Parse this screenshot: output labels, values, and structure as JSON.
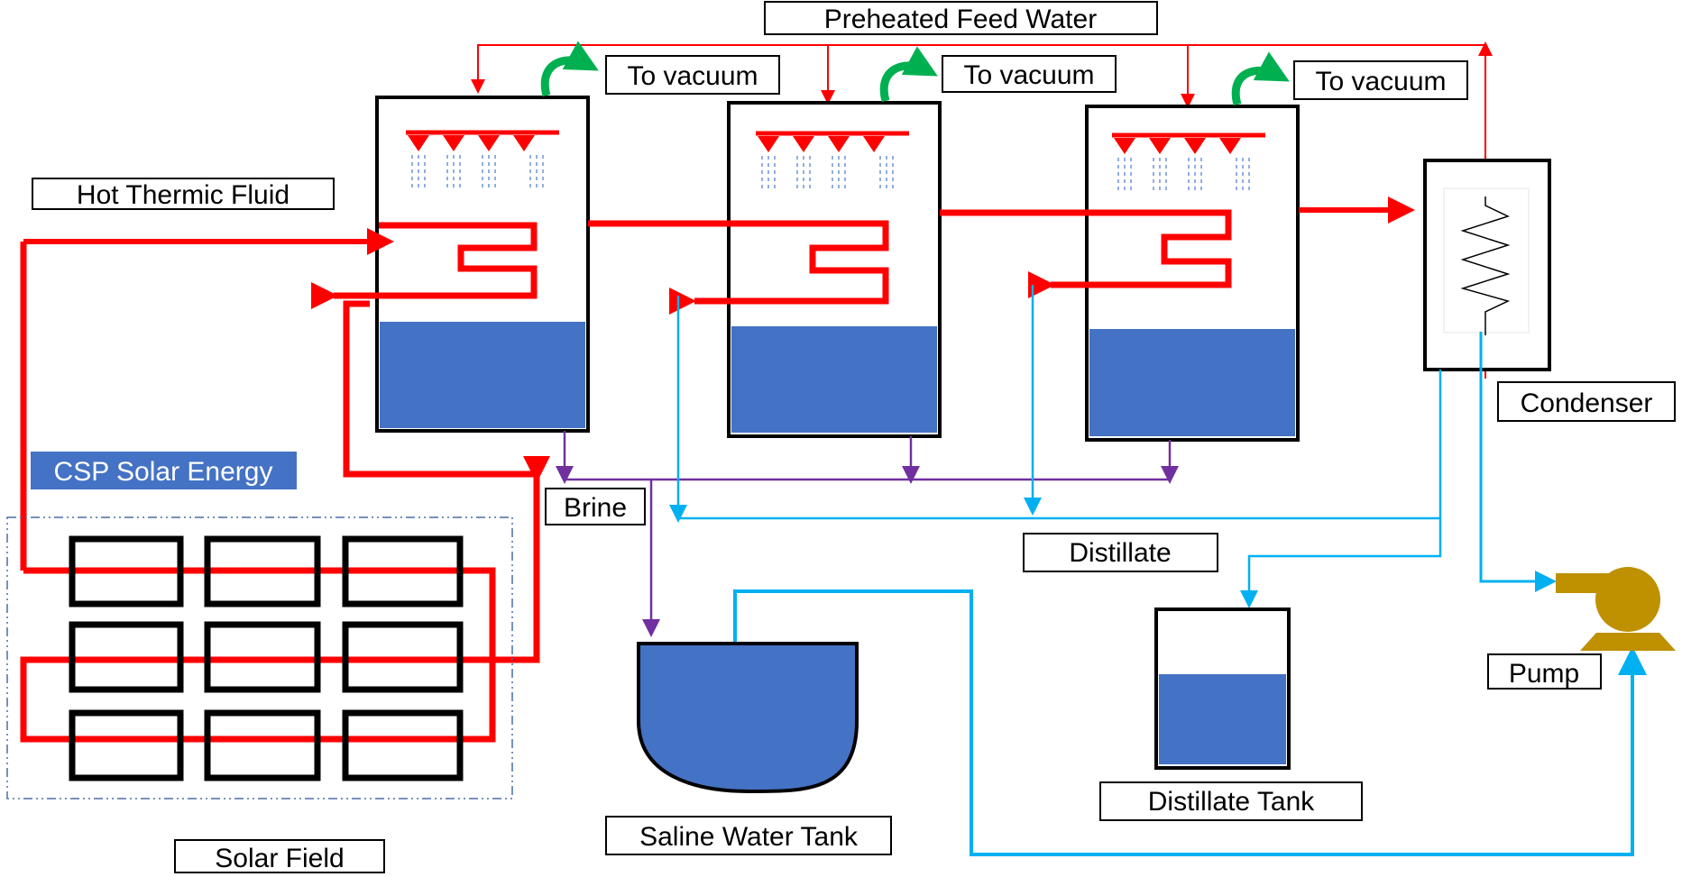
{
  "labels": {
    "preheated_feed_water": "Preheated Feed Water",
    "to_vacuum_1": "To vacuum",
    "to_vacuum_2": "To vacuum",
    "to_vacuum_3": "To vacuum",
    "hot_thermic_fluid": "Hot Thermic Fluid",
    "condenser": "Condenser",
    "csp_solar_energy": "CSP Solar Energy",
    "brine": "Brine",
    "distillate": "Distillate",
    "distillate_tank": "Distillate Tank",
    "pump": "Pump",
    "saline_water_tank": "Saline Water Tank",
    "solar_field": "Solar Field"
  },
  "colors": {
    "hot_fluid": "#ff0000",
    "feed_water": "#ff0000",
    "vacuum_arrow": "#00b050",
    "brine_line": "#7030a0",
    "distillate_line": "#00b0f0",
    "water": "#4472c4",
    "pump": "#bf9000",
    "csp_label_bg": "#4472c4",
    "solar_field_border": "#4a6fa5",
    "spray_drops": "#6f94d6"
  }
}
